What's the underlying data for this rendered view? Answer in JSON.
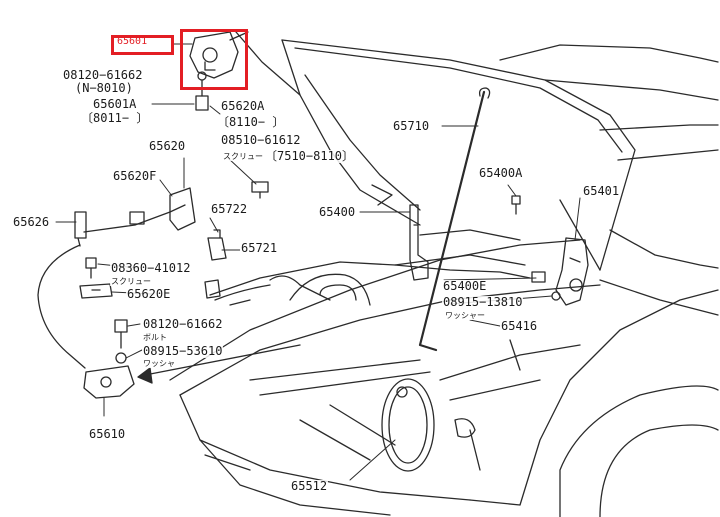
{
  "colors": {
    "line": "#2b2b2b",
    "highlight": "#e31e24",
    "background": "#ffffff"
  },
  "parts": {
    "p65601_hl": "65601",
    "p08120a": "08120−61662",
    "p08120a_sub": "(N−8010)",
    "p65601a": "65601A",
    "p65601a_sub": "〔8011−  〕",
    "p65620a": "65620A",
    "p65620a_sub": "〔8110−        〕",
    "p08510": "08510−61612",
    "p08510_jp": "スクリュー",
    "p08510_sub": "〔7510−8110〕",
    "p65620": "65620",
    "p65620f": "65620F",
    "p65626": "65626",
    "p65722": "65722",
    "p65721": "65721",
    "p08360": "08360−41012",
    "p08360_jp": "スクリュー",
    "p65620e": "65620E",
    "p08120b": "08120−61662",
    "p08120b_jp": "ボルト",
    "p08915b": "08915−53610",
    "p08915b_jp": "ワッシャ",
    "p65610": "65610",
    "p65710": "65710",
    "p65400a": "65400A",
    "p65401": "65401",
    "p65400": "65400",
    "p65400e": "65400E",
    "p08915a": "08915−13810",
    "p08915a_jp": "ワッシャー",
    "p65416": "65416",
    "p65512": "65512"
  }
}
